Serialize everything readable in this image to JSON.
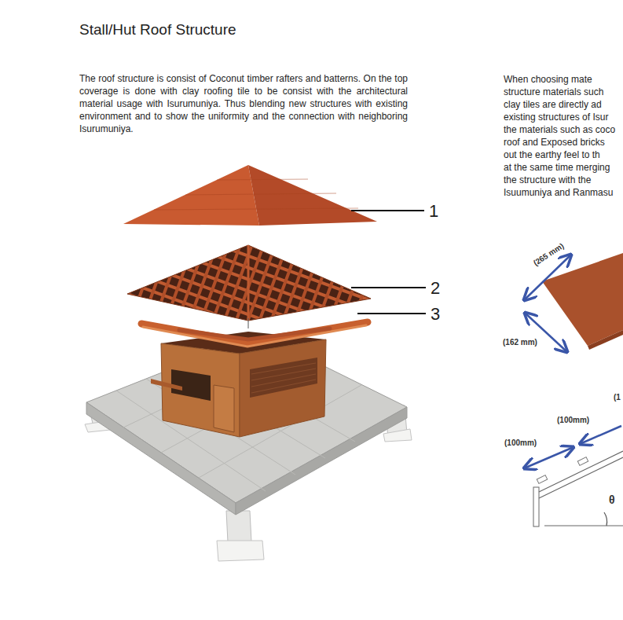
{
  "diagram": {
    "title": "Stall/Hut Roof Structure",
    "labels": [
      "The roof structure is consist of Coconut timber rafters and batterns. On the top coverage is done with clay roofing tile to be consist with the architectural material usage with Isurumuniya. Thus blending new structures with existing environment and to show the uniformity and the connection with neighboring Isurumuniya.",
      "When choosing mate",
      "structure materials such",
      "clay tiles are directly ad",
      "existing structures of Isur",
      "the materials such as coco",
      "roof and Exposed bricks",
      "out the earthy feel to th",
      "at the same time merging",
      "the structure with the",
      "Isuumuniya and Ranmasu",
      "1",
      "2",
      "3",
      "(265 mm)",
      "(162 mm)",
      "(1",
      "(100mm)",
      "(100mm)",
      "θ"
    ]
  }
}
